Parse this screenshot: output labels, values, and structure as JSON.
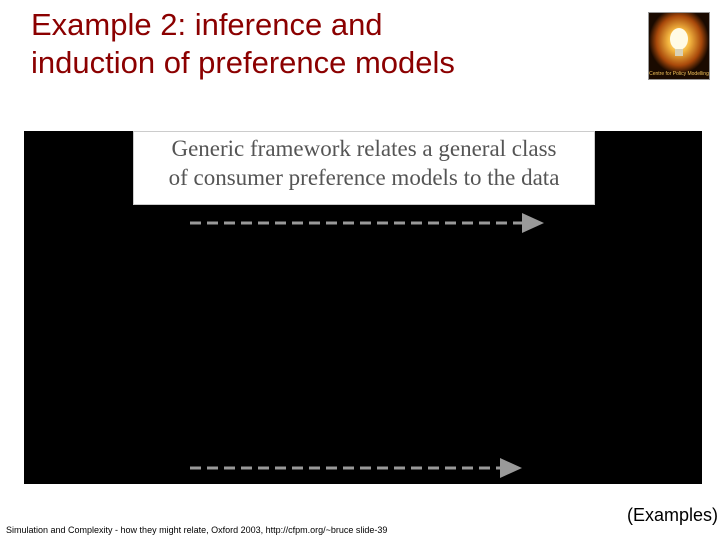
{
  "slide": {
    "title_line1": "Example 2: inference and",
    "title_line2": "induction of preference models",
    "title_color": "#8b0000"
  },
  "logo": {
    "icon": "lightbulb-icon",
    "caption": "Centre for Policy Modelling"
  },
  "callout": {
    "line1": "Generic framework relates a general class",
    "line2": "of consumer preference models to the data"
  },
  "arrows": [
    {
      "icon": "dashed-arrow-right-icon",
      "color": "#999999"
    },
    {
      "icon": "dashed-arrow-right-icon",
      "color": "#999999"
    }
  ],
  "footer": {
    "text": "Simulation and Complexity - how they might relate, Oxford 2003, http://cfpm.org/~bruce slide-39"
  },
  "examples_label": "(Examples)"
}
